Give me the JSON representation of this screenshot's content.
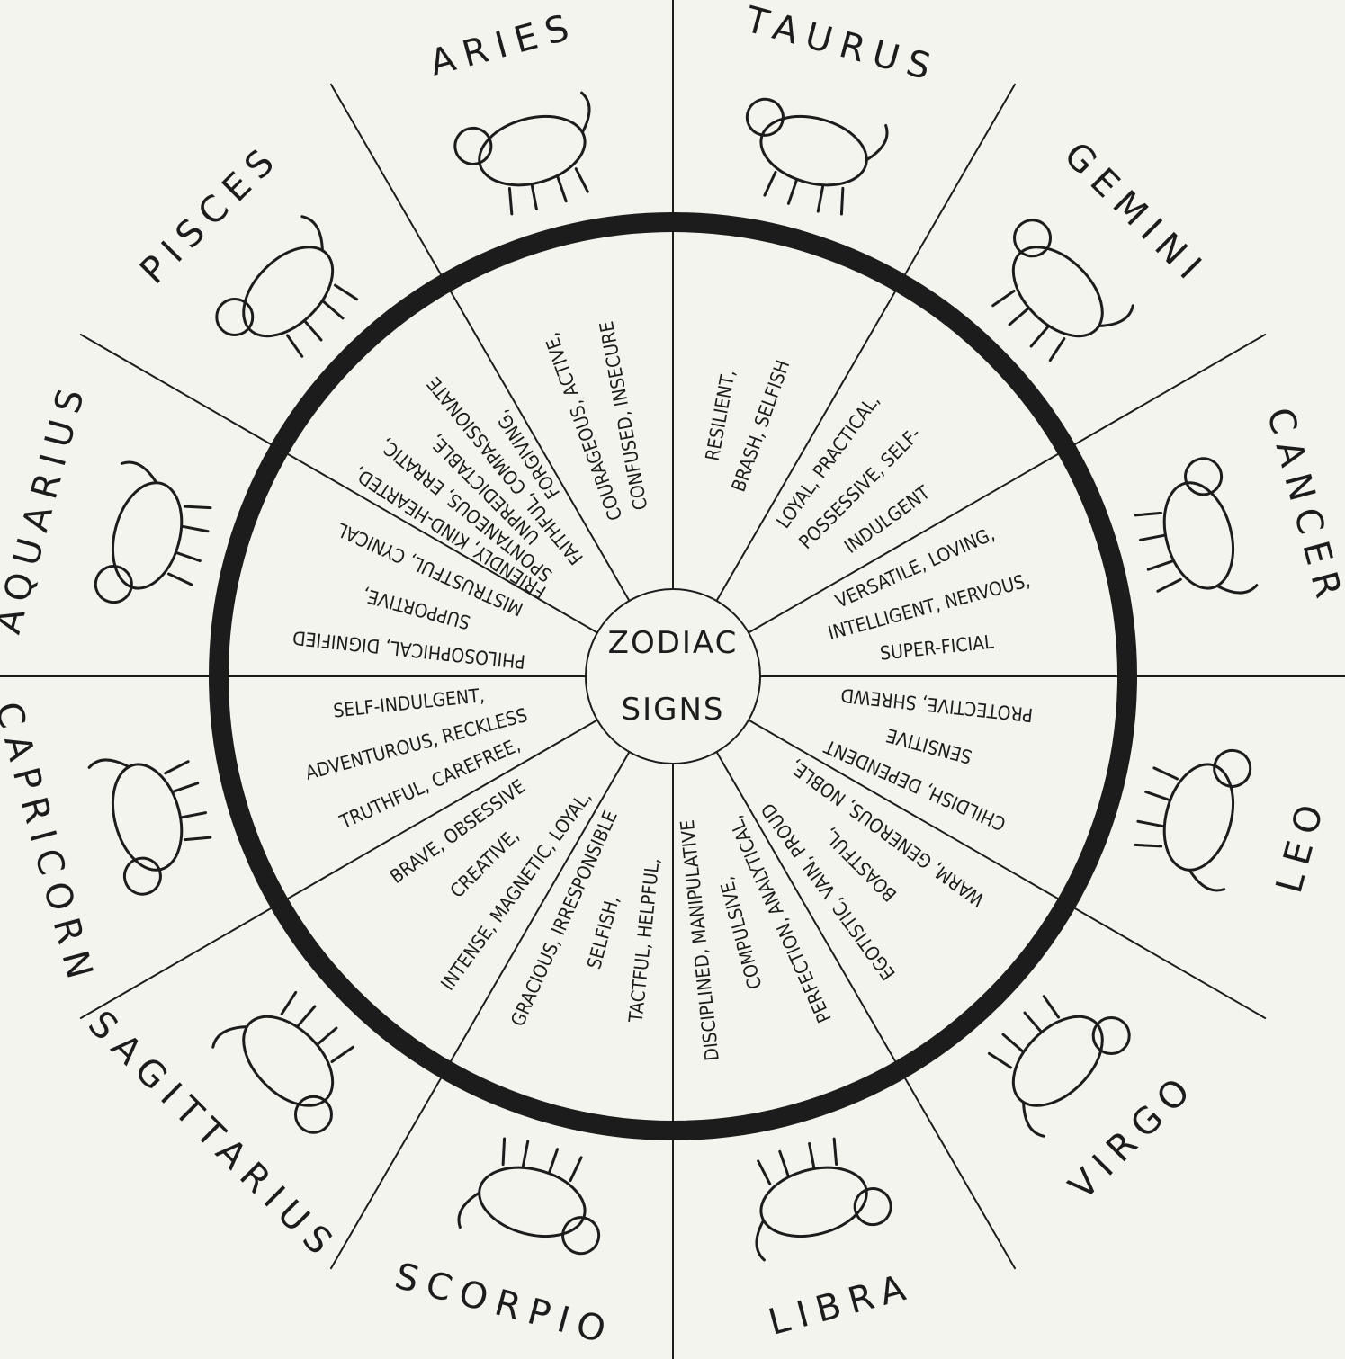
{
  "center": {
    "line1": "ZODIAC",
    "line2": "SIGNS"
  },
  "signs": [
    {
      "name": "ARIES",
      "traits": [
        "COURAGEOUS, ACTIVE,",
        "CONFUSED, INSECURE"
      ]
    },
    {
      "name": "TAURUS",
      "traits": [
        "RESILIENT,",
        "BRASH, SELFISH"
      ]
    },
    {
      "name": "GEMINI",
      "traits": [
        "LOYAL, PRACTICAL,",
        "POSSESSIVE, SELF-",
        "INDULGENT"
      ]
    },
    {
      "name": "CANCER",
      "traits": [
        "VERSATILE, LOVING,",
        "INTELLIGENT, NERVOUS,",
        "SUPER-FICIAL"
      ]
    },
    {
      "name": "LEO",
      "traits": [
        "PROTECTIVE, SHREWD",
        "SENSITIVE",
        "CHILDISH, DEPENDENT"
      ]
    },
    {
      "name": "VIRGO",
      "traits": [
        "WARM, GENEROUS, NOBLE,",
        "BOASTFUL,",
        "EGOTISTIC, VAIN, PROUD"
      ]
    },
    {
      "name": "LIBRA",
      "traits": [
        "PERFECTION, ANALYTICAL,",
        "COMPULSIVE,",
        "DISCIPLINED, MANIPULATIVE"
      ]
    },
    {
      "name": "SCORPIO",
      "traits": [
        "TACTFUL, HELPFUL,",
        "SELFISH,",
        "GRACIOUS, IRRESPONSIBLE"
      ]
    },
    {
      "name": "SAGITTARIUS",
      "traits": [
        "INTENSE, MAGNETIC, LOYAL,",
        "CREATIVE,",
        "BRAVE, OBSESSIVE"
      ]
    },
    {
      "name": "CAPRICORN",
      "traits": [
        "TRUTHFUL, CAREFREE,",
        "ADVENTUROUS, RECKLESS",
        "SELF-INDULGENT,"
      ]
    },
    {
      "name": "AQUARIUS",
      "traits": [
        "PHILOSOPHICAL, DIGNIFIED",
        "SUPPORTIVE,",
        "MISTRUSTFUL, CYNICAL"
      ]
    },
    {
      "name": "PISCES",
      "traits": [
        "FRIENDLY, KIND-HEARTED,",
        "SPONTANEOUS, ERRATIC,",
        "UNPREDICTABLE,",
        "FAITHFUL, COMPASSIONATE",
        "FORGIVING,"
      ]
    }
  ]
}
